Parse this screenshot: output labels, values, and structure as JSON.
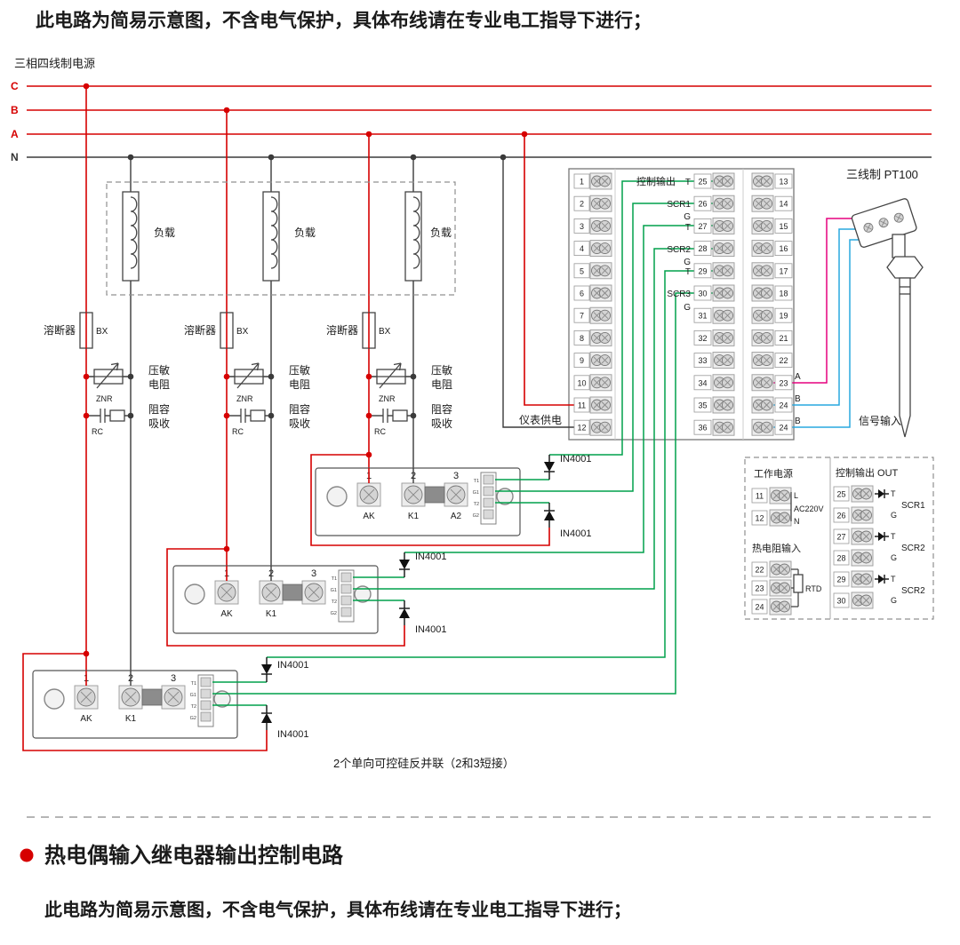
{
  "page": {
    "top_note": "此电路为简易示意图，不含电气保护，具体布线请在专业电工指导下进行；"
  },
  "power": {
    "title": "三相四线制电源",
    "lines": [
      "C",
      "B",
      "A",
      "N"
    ]
  },
  "load_label": "负载",
  "fuse": {
    "name": "溶断器",
    "model": "BX"
  },
  "varistor": {
    "name1": "压敏",
    "name2": "电阻",
    "model": "ZNR"
  },
  "snubber": {
    "name1": "阻容",
    "name2": "吸收",
    "model": "RC"
  },
  "diode_label": "IN4001",
  "modules": {
    "terminals": [
      "1",
      "2",
      "3"
    ],
    "label_ak": "AK",
    "label_k1": "K1",
    "label_a2": "A2",
    "strip_labels": [
      "T1",
      "G1",
      "T2",
      "G2"
    ]
  },
  "caption": "2个单向可控硅反并联（2和3短接）",
  "meter": {
    "left": [
      "1",
      "2",
      "3",
      "4",
      "5",
      "6",
      "7",
      "8",
      "9",
      "10",
      "11",
      "12"
    ],
    "mid": [
      "25",
      "26",
      "27",
      "28",
      "29",
      "30",
      "31",
      "32",
      "33",
      "34",
      "35",
      "36"
    ],
    "right": [
      "13",
      "14",
      "15",
      "16",
      "17",
      "18",
      "19",
      "21",
      "22",
      "23",
      "24",
      "24"
    ],
    "ctrl_out": "控制输出",
    "t": "T",
    "g": "G",
    "scr1": "SCR1",
    "scr2": "SCR2",
    "scr3": "SCR3",
    "supply": "仪表供电",
    "sensor_a": "A",
    "sensor_b1": "B",
    "sensor_b2": "B",
    "signal_in": "信号输入"
  },
  "sensor": {
    "title": "三线制 PT100"
  },
  "legend": {
    "power_title": "工作电源",
    "power_terminals": [
      "11",
      "12"
    ],
    "l": "L",
    "n": "N",
    "ac": "AC220V",
    "rtd_title": "热电阻输入",
    "rtd_terminals": [
      "22",
      "23",
      "24"
    ],
    "rtd": "RTD",
    "out_title": "控制输出 OUT",
    "out_terminals": [
      "25",
      "26",
      "27",
      "28",
      "29",
      "30"
    ],
    "t": "T",
    "g": "G",
    "scr1": "SCR1",
    "scr2": "SCR2",
    "scr3": "SCR2"
  },
  "footer": {
    "heading": "热电偶输入继电器输出控制电路",
    "note": "此电路为简易示意图，不含电气保护，具体布线请在专业电工指导下进行；"
  },
  "colors": {
    "phase_wire": "#d60000",
    "neutral_wire": "#3a3a3a",
    "control_wire": "#00a14b",
    "sensor_a_wire": "#e6007e",
    "sensor_b_wire": "#29a8df",
    "bullet": "#d60000"
  }
}
